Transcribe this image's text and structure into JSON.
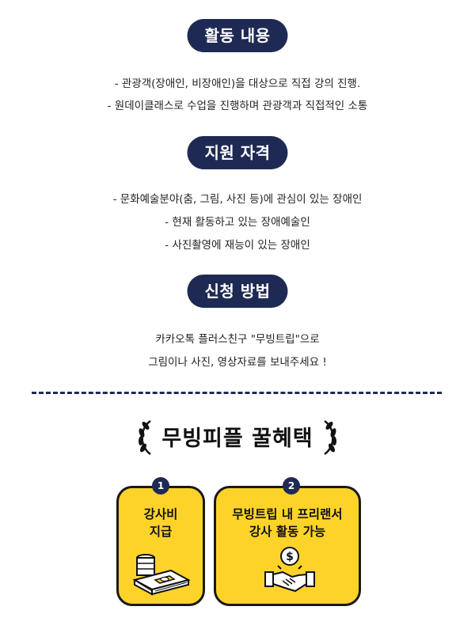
{
  "sections": [
    {
      "title": "활동 내용",
      "lines": [
        "- 관광객(장애인, 비장애인)을 대상으로 직접 강의 진행.",
        "- 원데이클래스로 수업을 진행하며 관광객과 직접적인 소통"
      ]
    },
    {
      "title": "지원 자격",
      "lines": [
        "- 문화예술분야(춤, 그림, 사진 등)에 관심이 있는 장애인",
        "- 현재 활동하고 있는 장애예술인",
        "- 사진촬영에 재능이 있는 장애인"
      ]
    },
    {
      "title": "신청 방법",
      "lines": [
        "카카오톡 플러스친구 \"무빙트립\"으로",
        "그림이나 사진, 영상자료를 보내주세요 !"
      ]
    }
  ],
  "benefits": {
    "title": "무빙피플 꿀혜택",
    "items": [
      {
        "number": "1",
        "label": "강사비\n지급",
        "icon": "money-stack-icon"
      },
      {
        "number": "2",
        "label": "무빙트립 내 프리랜서\n강사 활동 가능",
        "icon": "handshake-dollar-icon"
      }
    ]
  },
  "colors": {
    "navy": "#1f2a54",
    "yellow": "#fdd32a",
    "text": "#222222"
  }
}
